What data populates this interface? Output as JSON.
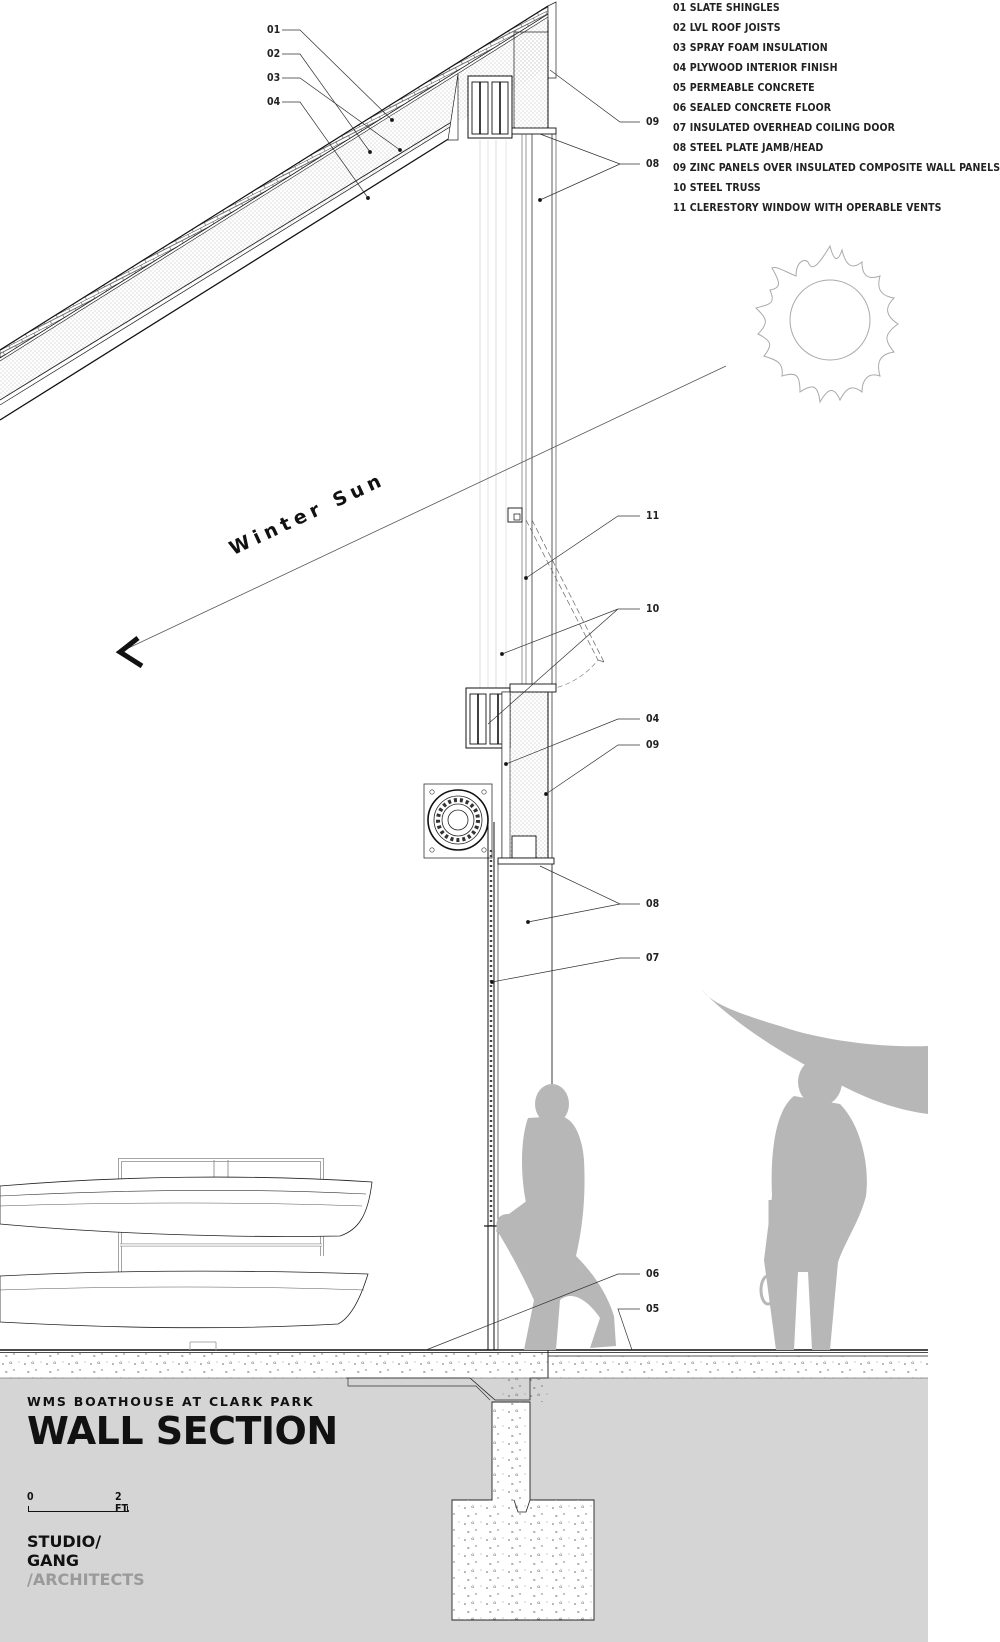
{
  "legend": [
    "01 SLATE SHINGLES",
    "02 LVL ROOF JOISTS",
    "03 SPRAY FOAM INSULATION",
    "04 PLYWOOD INTERIOR FINISH",
    "05 PERMEABLE CONCRETE",
    "06 SEALED CONCRETE FLOOR",
    "07 INSULATED OVERHEAD COILING DOOR",
    "08 STEEL PLATE JAMB/HEAD",
    "09 ZINC PANELS OVER INSULATED COMPOSITE WALL PANELS",
    "10 STEEL TRUSS",
    "11 CLERESTORY WINDOW WITH OPERABLE VENTS"
  ],
  "callouts": {
    "roof_01": "01",
    "roof_02": "02",
    "roof_03": "03",
    "roof_04": "04",
    "wall_09_top": "09",
    "wall_08_top": "08",
    "wall_11": "11",
    "wall_10": "10",
    "wall_04": "04",
    "wall_09": "09",
    "wall_08_bottom": "08",
    "wall_07": "07",
    "floor_06": "06",
    "floor_05": "05"
  },
  "sun_label": "Winter Sun",
  "title_block": {
    "subtitle": "WMS BOATHOUSE AT CLARK PARK",
    "title": "WALL SECTION",
    "scale_start": "0",
    "scale_end": "2 FT.",
    "firm_line1": "STUDIO/",
    "firm_line2": "GANG",
    "firm_line3": "/ARCHITECTS"
  }
}
